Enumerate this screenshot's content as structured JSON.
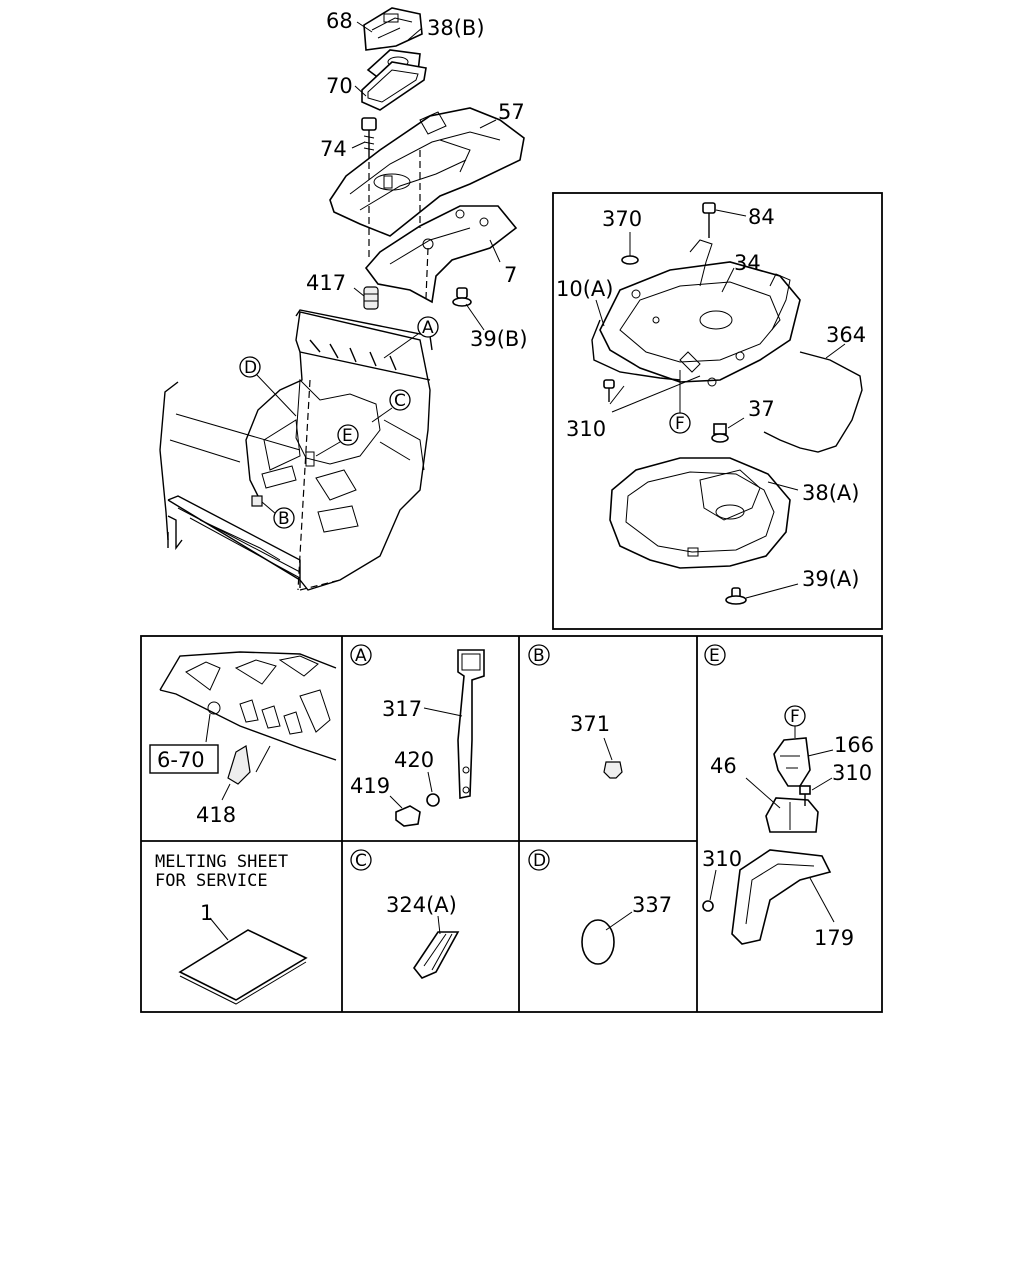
{
  "main_callouts": {
    "c68": "68",
    "c38b": "38(B)",
    "c70": "70",
    "c57": "57",
    "c74": "74",
    "c7": "7",
    "c417": "417",
    "c39b": "39(B)",
    "cA": "A",
    "cD": "D",
    "cC": "C",
    "cE": "E",
    "cB": "B"
  },
  "inset_callouts": {
    "c370": "370",
    "c84": "84",
    "c34": "34",
    "c10a": "10(A)",
    "c364": "364",
    "c310": "310",
    "cF": "F",
    "c37": "37",
    "c38a": "38(A)",
    "c39a": "39(A)"
  },
  "detail_panels": {
    "ref": {
      "ref_box": "6-70",
      "c418": "418"
    },
    "A": {
      "letter": "A",
      "c317": "317",
      "c420": "420",
      "c419": "419"
    },
    "B": {
      "letter": "B",
      "c371": "371"
    },
    "E": {
      "letter": "E",
      "cF": "F",
      "c166": "166",
      "c46": "46",
      "c310a": "310",
      "c310b": "310",
      "c179": "179"
    },
    "melting": {
      "title_line1": "MELTING SHEET",
      "title_line2": "FOR SERVICE",
      "c1": "1"
    },
    "C": {
      "letter": "C",
      "c324a": "324(A)"
    },
    "D": {
      "letter": "D",
      "c337": "337"
    }
  }
}
